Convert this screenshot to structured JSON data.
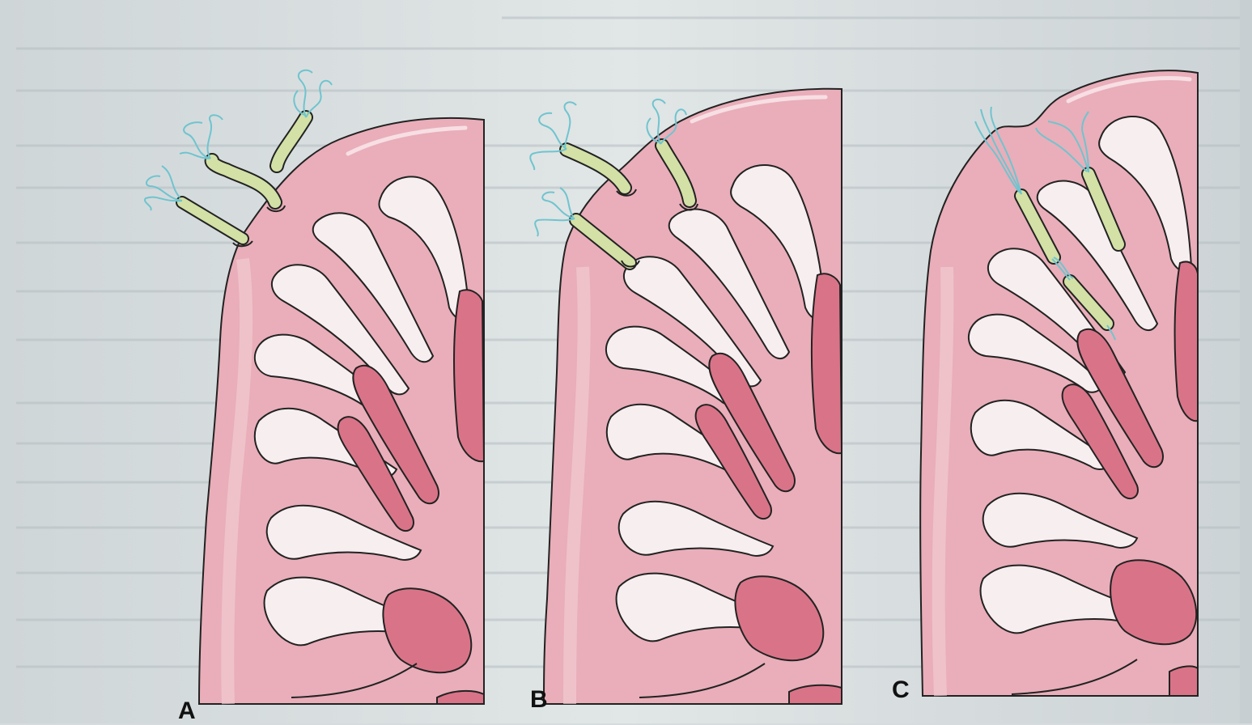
{
  "figure": {
    "panels": [
      {
        "id": "A",
        "label": "A"
      },
      {
        "id": "B",
        "label": "B"
      },
      {
        "id": "C",
        "label": "C"
      }
    ]
  },
  "colors": {
    "page_background": "#d6dcdd",
    "tissue_pink": "#e9aeb9",
    "tissue_light": "#f4d7dc",
    "gland_lumen": "#f7eef0",
    "deep_pink": "#d97488",
    "bacteria_body": "#d3e0a6",
    "flagella": "#6fc4cf",
    "outline": "#222222"
  },
  "icons": {
    "bacterium": "helical-rod-bacterium-icon",
    "flagella": "flagella-tuft-icon"
  }
}
